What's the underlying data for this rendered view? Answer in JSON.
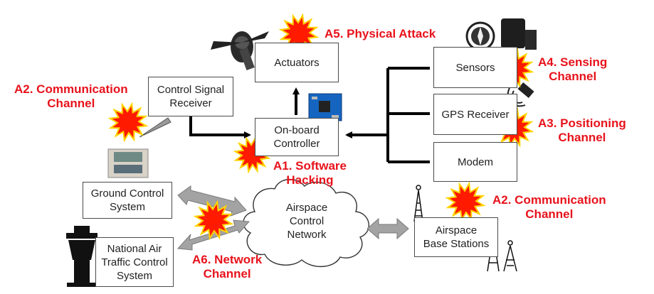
{
  "components": {
    "actuators": "Actuators",
    "control_signal_receiver": [
      "Control Signal",
      "Receiver"
    ],
    "onboard_controller": [
      "On-board",
      "Controller"
    ],
    "sensors": "Sensors",
    "gps_receiver": "GPS Receiver",
    "modem": "Modem",
    "ground_control_system": [
      "Ground Control",
      "System"
    ],
    "national_atc_system": [
      "National Air",
      "Traffic Control",
      "System"
    ],
    "airspace_control_network": [
      "Airspace",
      "Control",
      "Network"
    ],
    "airspace_base_stations": [
      "Airspace",
      "Base Stations"
    ]
  },
  "attacks": {
    "a1": [
      "A1. Software",
      "Hacking"
    ],
    "a2_left": [
      "A2. Communication",
      "Channel"
    ],
    "a2_right": [
      "A2. Communication",
      "Channel"
    ],
    "a3": [
      "A3. Positioning",
      "Channel"
    ],
    "a4": [
      "A4. Sensing",
      "Channel"
    ],
    "a5": "A5. Physical Attack",
    "a6": [
      "A6. Network",
      "Channel"
    ]
  },
  "colors": {
    "attack_text": "#e8121b",
    "burst_fill": "#ff1a00",
    "burst_stroke": "#ffd400",
    "arrow": "#000000",
    "double_arrow": "#9a9a9a"
  }
}
